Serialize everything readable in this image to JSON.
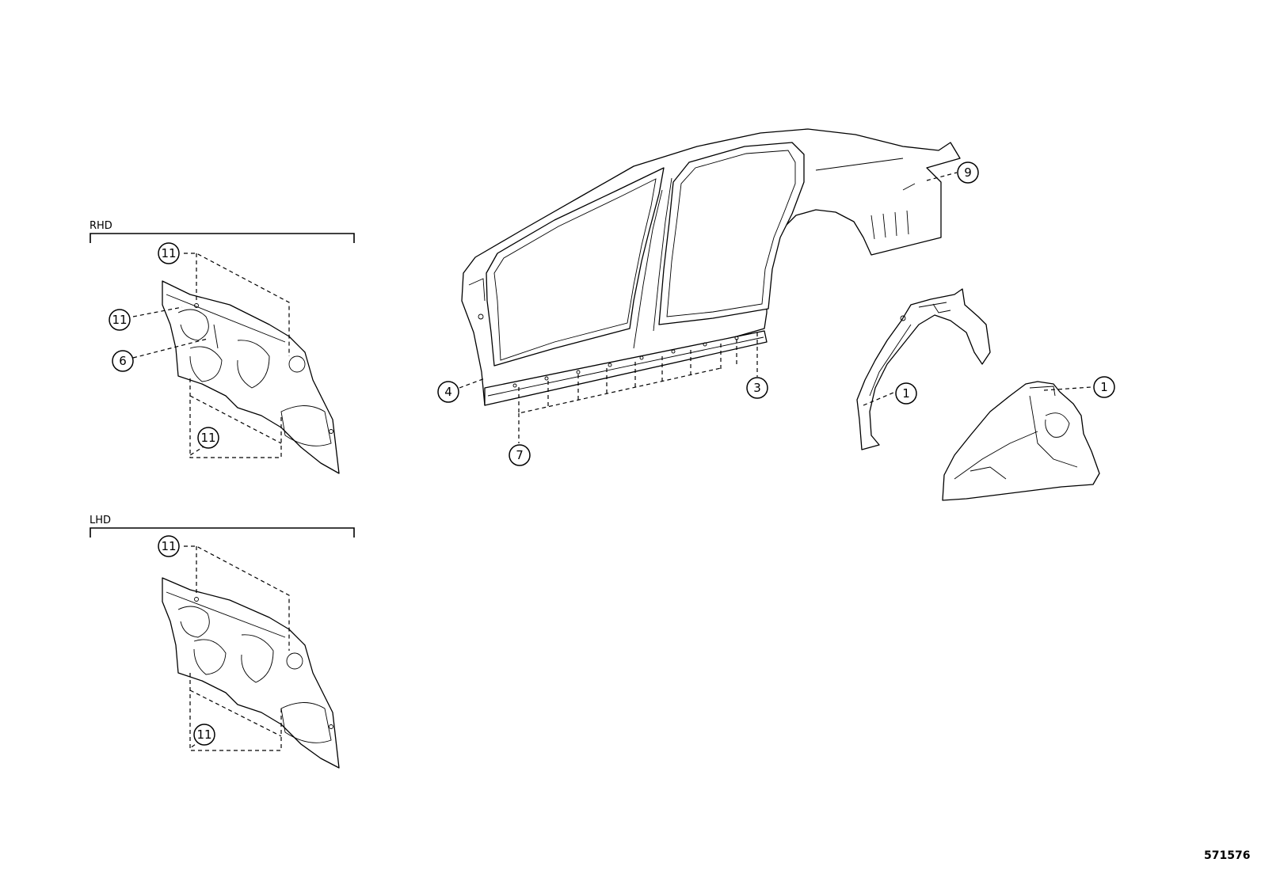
{
  "sections": {
    "rhd_label": "RHD",
    "lhd_label": "LHD"
  },
  "callouts": {
    "rhd_top": "11",
    "rhd_left": "11",
    "rhd_six": "6",
    "rhd_bottom": "11",
    "lhd_top": "11",
    "lhd_bottom": "11",
    "four": "4",
    "seven": "7",
    "three": "3",
    "nine": "9",
    "one_left": "1",
    "one_right": "1"
  },
  "diagram_id": "571576"
}
